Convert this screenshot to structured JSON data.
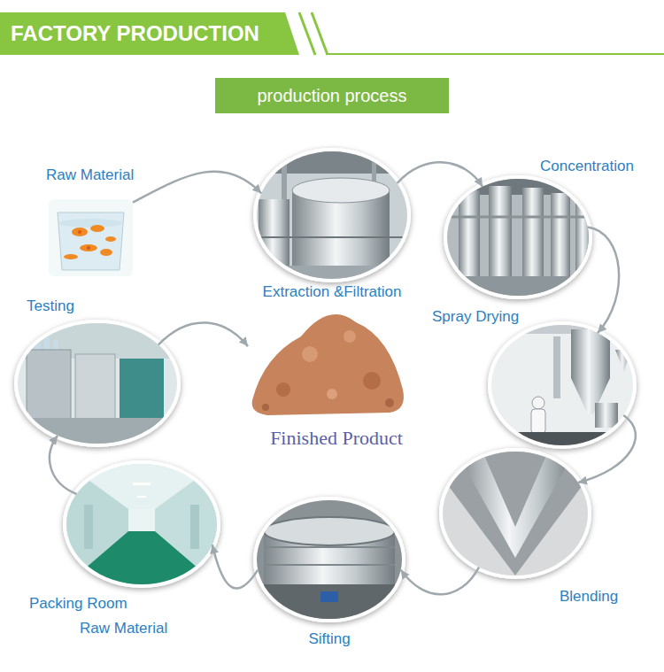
{
  "diagram": {
    "title": "FACTORY PRODUCTION",
    "nodes": [
      {
        "text": [
          "production process"
        ]
      },
      {
        "text": [
          "Raw Material"
        ]
      },
      {
        "text": [
          "Extraction &Filtration"
        ]
      },
      {
        "text": [
          "Concentration"
        ]
      },
      {
        "text": [
          "Spray Drying"
        ]
      },
      {
        "text": [
          "Blending"
        ]
      },
      {
        "text": [
          "Sifting"
        ]
      },
      {
        "text": [
          "Packing Room"
        ]
      },
      {
        "text": [
          "Testing"
        ]
      },
      {
        "text": [
          "Finished Product"
        ]
      }
    ],
    "edges": [
      {
        "from": 1,
        "to": 2,
        "arrow": "to"
      },
      {
        "from": 2,
        "to": 3,
        "arrow": "to"
      },
      {
        "from": 3,
        "to": 4,
        "arrow": "to"
      },
      {
        "from": 4,
        "to": 5,
        "arrow": "to"
      },
      {
        "from": 5,
        "to": 6,
        "arrow": "to"
      },
      {
        "from": 6,
        "to": 7,
        "arrow": "to"
      },
      {
        "from": 7,
        "to": 8,
        "arrow": "to"
      },
      {
        "from": 8,
        "to": 9,
        "arrow": "to"
      }
    ],
    "labels": [
      "Raw Material"
    ]
  }
}
